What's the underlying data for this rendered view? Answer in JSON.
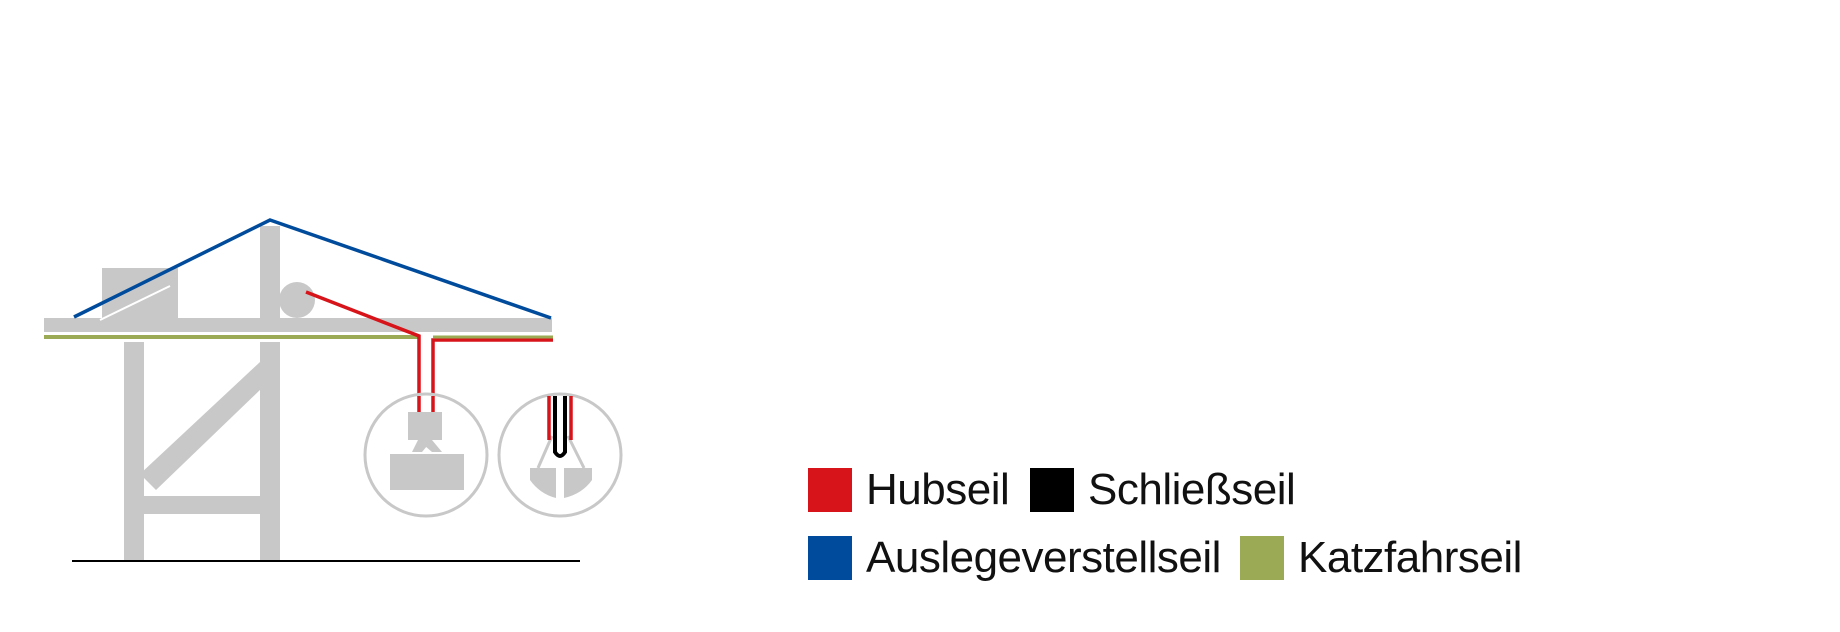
{
  "legend": {
    "items": [
      {
        "key": "hubseil",
        "label": "Hubseil",
        "color": "#d7141a"
      },
      {
        "key": "schliessseil",
        "label": "Schließseil",
        "color": "#000000"
      },
      {
        "key": "auslegeverstellseil",
        "label": "Auslegeverstellseil",
        "color": "#004b9b"
      },
      {
        "key": "katzfahrseil",
        "label": "Katzfahrseil",
        "color": "#9aaa55"
      }
    ]
  },
  "colors": {
    "structure": "#c8c8c8",
    "ground": "#000000",
    "background": "#ffffff"
  },
  "icons": {
    "crane": "gantry-crane-icon",
    "spreader": "container-spreader-icon",
    "grab": "clamshell-grab-icon"
  }
}
